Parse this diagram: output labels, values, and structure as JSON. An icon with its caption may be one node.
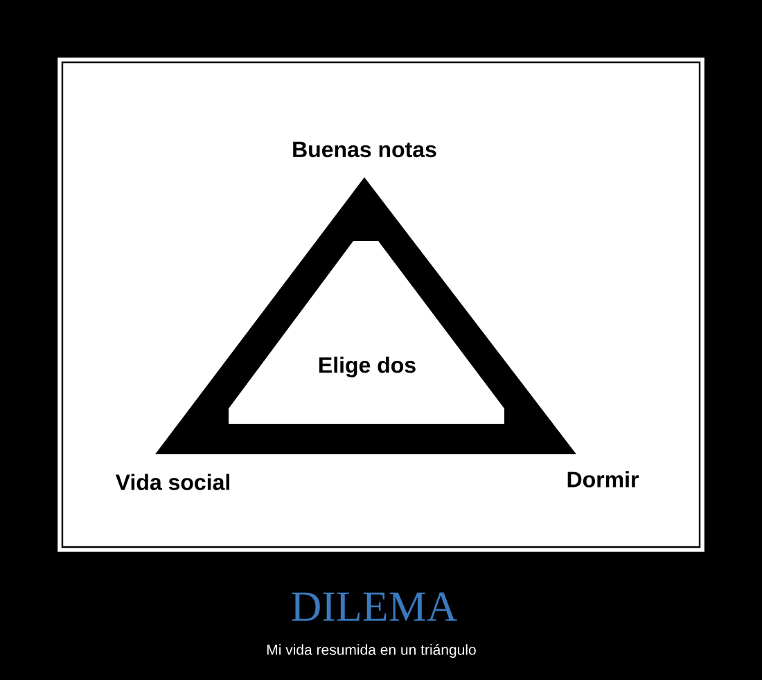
{
  "diagram": {
    "title": "DILEMA",
    "caption": "Mi vida resumida en un triángulo",
    "nodes": [
      {
        "text": [
          "Elige dos"
        ]
      }
    ],
    "labels": [
      "Buenas notas",
      "Vida social",
      "Dormir"
    ]
  }
}
